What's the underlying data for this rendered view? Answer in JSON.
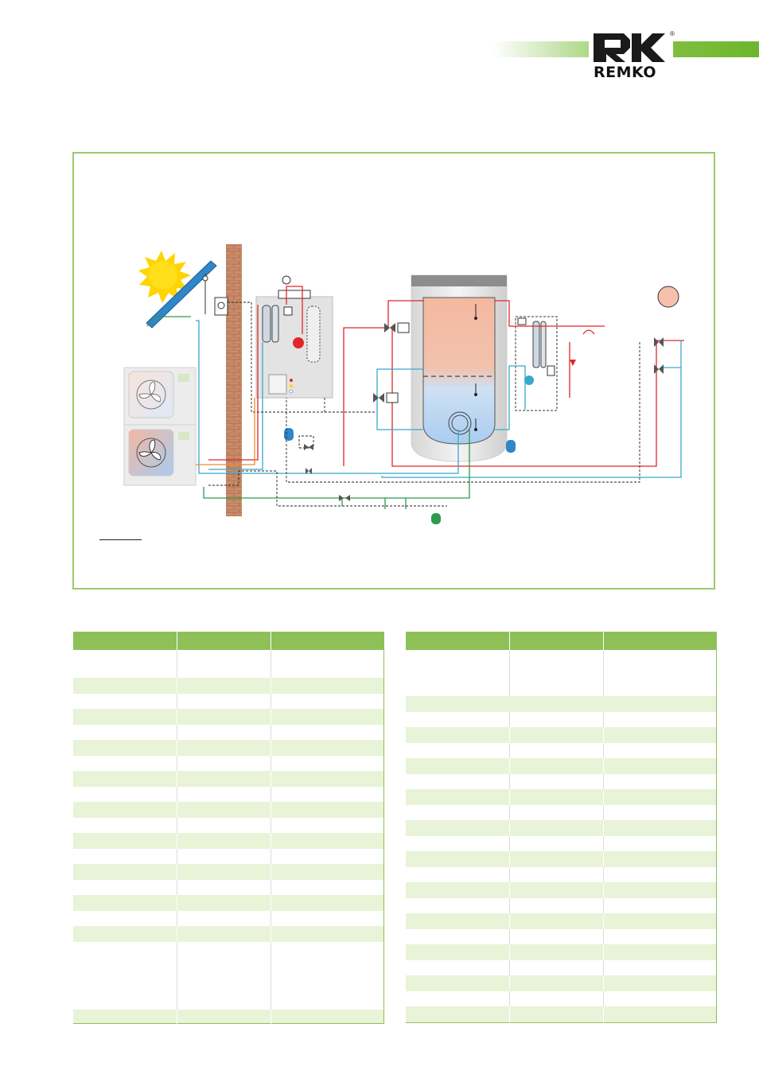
{
  "brand": {
    "name": "REMKO",
    "registered_mark": "®"
  },
  "colors": {
    "accent_green": "#7dbe3c",
    "table_header": "#8ec058",
    "row_stripe": "#e8f3d8",
    "flow_red": "#e0262b",
    "return_blue": "#38a8cf",
    "solar_green": "#2e9a4c",
    "sun_yellow": "#ffd400"
  },
  "icons": [
    "sun-icon",
    "solar-collector-icon",
    "heat-pump-fan-icon",
    "storage-tank-icon",
    "circulation-pump-icon",
    "valve-icon",
    "expansion-vessel-icon",
    "radiator-icon"
  ],
  "left_table": {
    "columns": 3,
    "header_rows": 1,
    "rows": [
      {
        "h": 35,
        "shade": "w"
      },
      {
        "h": 20,
        "shade": "g"
      },
      {
        "h": 19,
        "shade": "w"
      },
      {
        "h": 20,
        "shade": "g"
      },
      {
        "h": 19,
        "shade": "w"
      },
      {
        "h": 20,
        "shade": "g"
      },
      {
        "h": 19,
        "shade": "w"
      },
      {
        "h": 20,
        "shade": "g"
      },
      {
        "h": 19,
        "shade": "w"
      },
      {
        "h": 20,
        "shade": "g"
      },
      {
        "h": 19,
        "shade": "w"
      },
      {
        "h": 20,
        "shade": "g"
      },
      {
        "h": 19,
        "shade": "w"
      },
      {
        "h": 20,
        "shade": "g"
      },
      {
        "h": 19,
        "shade": "w"
      },
      {
        "h": 20,
        "shade": "g"
      },
      {
        "h": 19,
        "shade": "w"
      },
      {
        "h": 20,
        "shade": "g"
      },
      {
        "h": 85,
        "shade": "w"
      },
      {
        "h": 17,
        "shade": "g"
      }
    ]
  },
  "right_table": {
    "columns": 3,
    "header_rows": 1,
    "rows": [
      {
        "h": 58,
        "shade": "w"
      },
      {
        "h": 20,
        "shade": "g",
        "merged": true
      },
      {
        "h": 19,
        "shade": "w"
      },
      {
        "h": 20,
        "shade": "g"
      },
      {
        "h": 19,
        "shade": "w"
      },
      {
        "h": 20,
        "shade": "g"
      },
      {
        "h": 19,
        "shade": "w"
      },
      {
        "h": 20,
        "shade": "g"
      },
      {
        "h": 19,
        "shade": "w"
      },
      {
        "h": 20,
        "shade": "g"
      },
      {
        "h": 19,
        "shade": "w"
      },
      {
        "h": 20,
        "shade": "g"
      },
      {
        "h": 19,
        "shade": "w"
      },
      {
        "h": 20,
        "shade": "g"
      },
      {
        "h": 19,
        "shade": "w"
      },
      {
        "h": 20,
        "shade": "g"
      },
      {
        "h": 19,
        "shade": "w"
      },
      {
        "h": 20,
        "shade": "g"
      },
      {
        "h": 19,
        "shade": "w"
      },
      {
        "h": 20,
        "shade": "g"
      },
      {
        "h": 19,
        "shade": "w"
      },
      {
        "h": 20,
        "shade": "g"
      }
    ]
  }
}
